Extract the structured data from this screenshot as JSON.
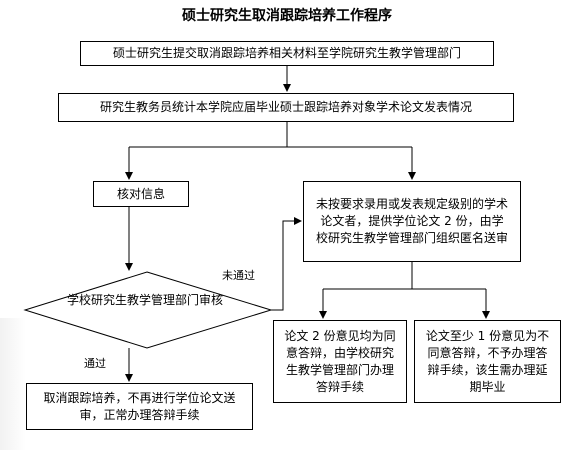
{
  "title": "硕士研究生取消跟踪培养工作程序",
  "steps": {
    "submit": "硕士研究生提交取消跟踪培养相关材料至学院研究生教学管理部门",
    "statistics": "研究生教务员统计本学院应届毕业硕士跟踪培养对象学术论文发表情况",
    "verify": "核对信息",
    "review": "学校研究生教学管理部门审核",
    "not_met": "未按要求录用或发表规定级别的学术论文者，提供学位论文 2 份，由学校研究生教学管理部门组织匿名送审",
    "pass_both": "论文 2 份意见均为同意答辩，由学校研究生教学管理部门办理答辩手续",
    "fail_one": "论文至少 1 份意见为不同意答辩，不予办理答辩手续，该生需办理延期毕业",
    "cancel": "取消跟踪培养，不再进行学位论文送审，正常办理答辩手续"
  },
  "labels": {
    "not_passed": "未通过",
    "passed": "通过"
  }
}
